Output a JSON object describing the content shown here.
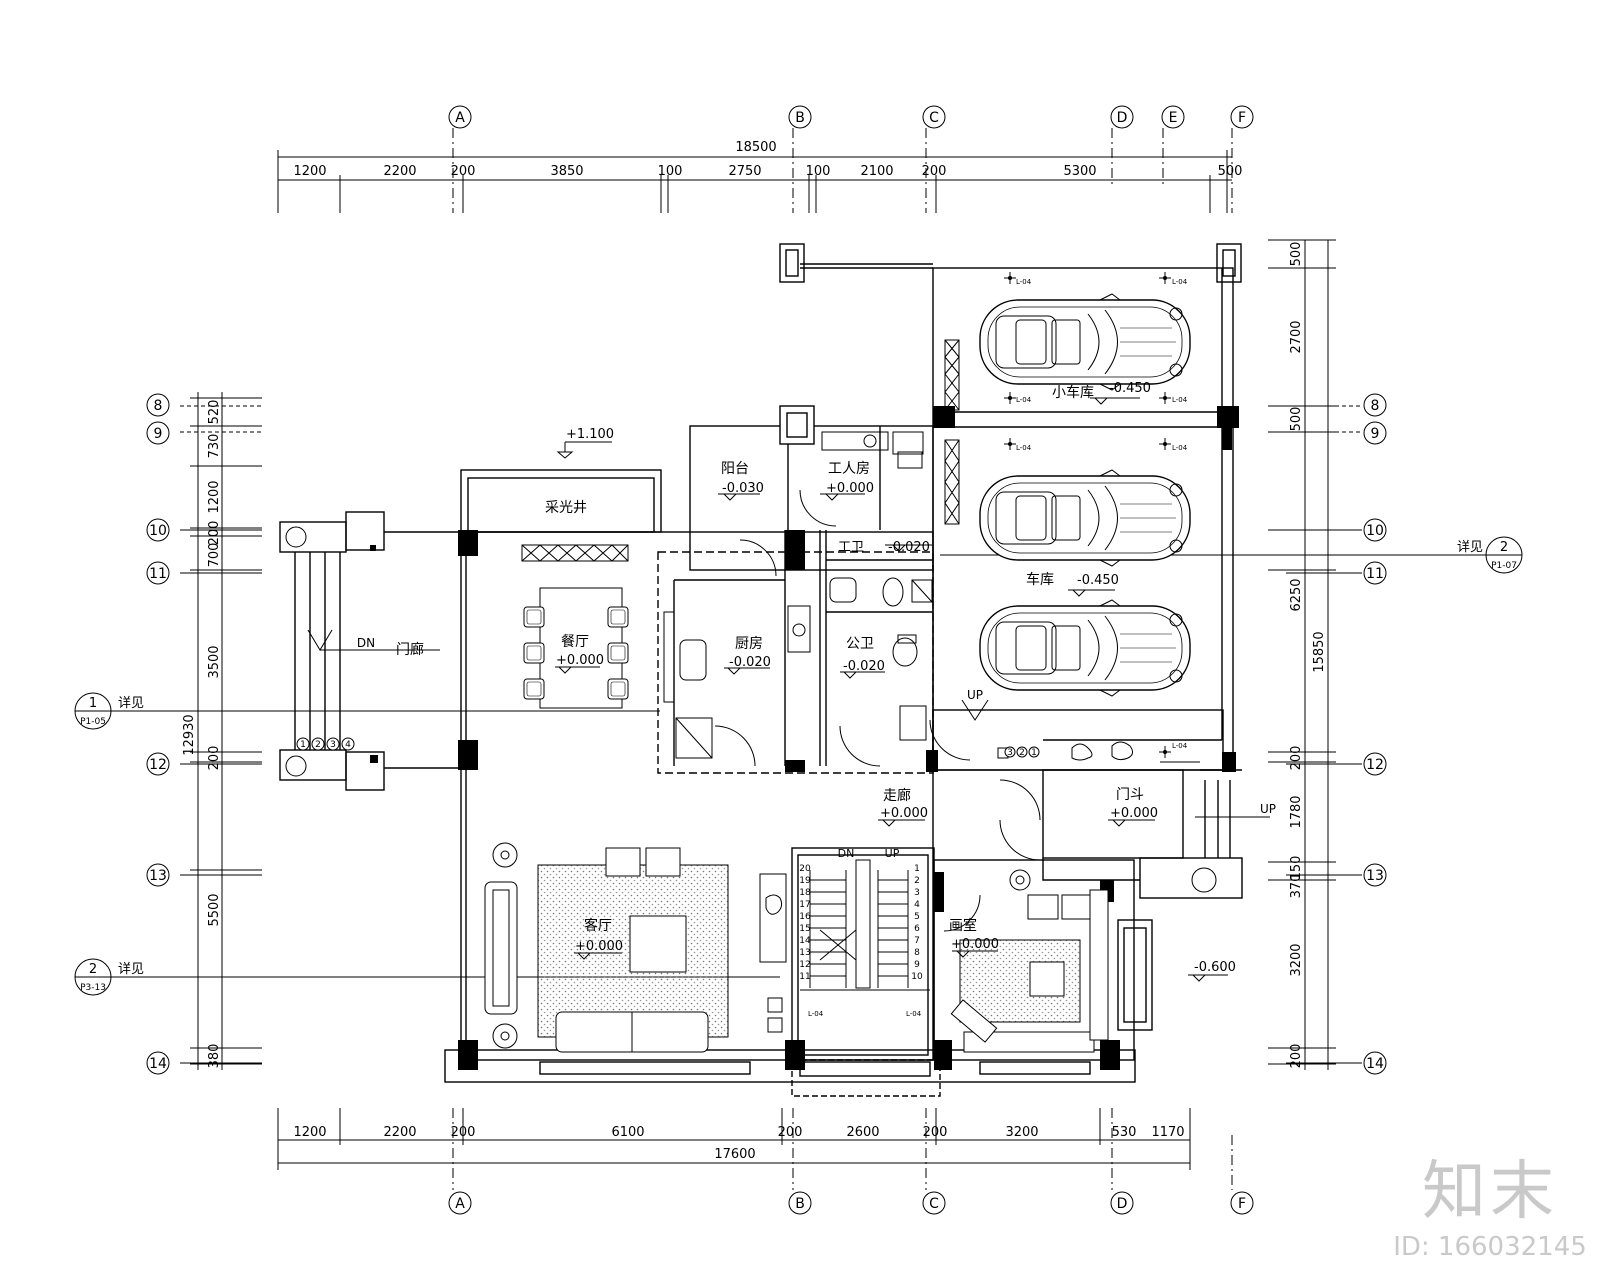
{
  "axes_top": [
    "A",
    "B",
    "C",
    "D",
    "E",
    "F"
  ],
  "axes_bottom": [
    "A",
    "B",
    "C",
    "D",
    "F"
  ],
  "axes_left": [
    "8",
    "9",
    "10",
    "11",
    "12",
    "13",
    "14"
  ],
  "axes_right": [
    "8",
    "9",
    "10",
    "11",
    "12",
    "13",
    "14"
  ],
  "dims": {
    "top_total": "18500",
    "top_segments": [
      "1200",
      "2200",
      "200",
      "3850",
      "100",
      "2750",
      "100",
      "2100",
      "200",
      "5300",
      "500"
    ],
    "bottom_total": "17600",
    "bottom_segments": [
      "1200",
      "2200",
      "200",
      "6100",
      "200",
      "2600",
      "200",
      "3200",
      "530",
      "1170"
    ],
    "left_total": "12930",
    "left_segments": [
      "520",
      "730",
      "1200",
      "700",
      "200",
      "3500",
      "200",
      "5500",
      "380"
    ],
    "right_total": "15850",
    "right_segments": [
      "500",
      "2700",
      "500",
      "6250",
      "200",
      "1780",
      "370",
      "150",
      "3200",
      "200"
    ]
  },
  "rooms": {
    "light_well": "采光井",
    "light_well_level": "+1.100",
    "balcony": "阳台",
    "balcony_level": "-0.030",
    "maid_room": "工人房",
    "maid_level": "+0.000",
    "maid_wc": "工卫",
    "maid_wc_level": "-0.020",
    "dining": "餐厅",
    "dining_level": "+0.000",
    "kitchen": "厨房",
    "kitchen_level": "-0.020",
    "public_wc": "公卫",
    "public_wc_level": "-0.020",
    "porch": "门廊",
    "small_garage": "小车库",
    "small_garage_level": "-0.450",
    "garage": "车库",
    "garage_level": "-0.450",
    "corridor": "走廊",
    "corridor_level": "+0.000",
    "vestibule": "门斗",
    "vestibule_level": "+0.000",
    "living": "客厅",
    "living_level": "+0.000",
    "studio": "画室",
    "studio_level": "+0.000",
    "outdoor_level": "-0.600"
  },
  "labels": {
    "dn": "DN",
    "up": "UP",
    "detail_text": "详见",
    "detail1_num": "1",
    "detail1_ref": "P1-05",
    "detail2_num": "2",
    "detail2_ref": "P3-13",
    "detail3_num": "2",
    "detail3_ref": "P1-07",
    "lamp_code": "L-04",
    "stair_up": [
      "1",
      "2",
      "3",
      "4",
      "5",
      "6",
      "7",
      "8",
      "9",
      "10"
    ],
    "stair_down": [
      "20",
      "19",
      "18",
      "17",
      "16",
      "15",
      "14",
      "13",
      "12",
      "11"
    ],
    "porch_steps": [
      "1",
      "2",
      "3",
      "4"
    ],
    "garage_steps": [
      "3",
      "2",
      "1"
    ]
  },
  "watermark": {
    "logo": "知末",
    "id": "ID: 166032145"
  }
}
